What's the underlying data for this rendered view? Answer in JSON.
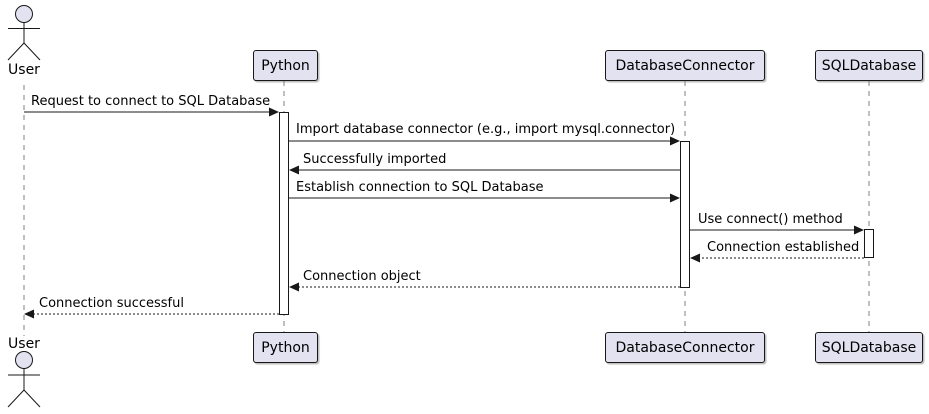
{
  "diagram_type": "uml-sequence-diagram",
  "colors": {
    "background": "#FFFFFF",
    "participant_fill": "#E2E2F0",
    "border": "#181818",
    "lifeline": "#808080",
    "activation_fill": "#FFFFFF",
    "text": "#000000"
  },
  "actor": {
    "name": "User"
  },
  "participants": [
    {
      "label": "Python"
    },
    {
      "label": "DatabaseConnector"
    },
    {
      "label": "SQLDatabase"
    }
  ],
  "messages": [
    {
      "from": "User",
      "to": "Python",
      "line": "solid",
      "label": "Request to connect to SQL Database"
    },
    {
      "from": "Python",
      "to": "DatabaseConnector",
      "line": "solid",
      "label": "Import database connector (e.g., import mysql.connector)"
    },
    {
      "from": "DatabaseConnector",
      "to": "Python",
      "line": "solid",
      "label": "Successfully imported"
    },
    {
      "from": "Python",
      "to": "DatabaseConnector",
      "line": "solid",
      "label": "Establish connection to SQL Database"
    },
    {
      "from": "DatabaseConnector",
      "to": "SQLDatabase",
      "line": "solid",
      "label": "Use connect() method"
    },
    {
      "from": "SQLDatabase",
      "to": "DatabaseConnector",
      "line": "dashed",
      "label": "Connection established"
    },
    {
      "from": "DatabaseConnector",
      "to": "Python",
      "line": "dashed",
      "label": "Connection object"
    },
    {
      "from": "Python",
      "to": "User",
      "line": "dashed",
      "label": "Connection successful"
    }
  ]
}
